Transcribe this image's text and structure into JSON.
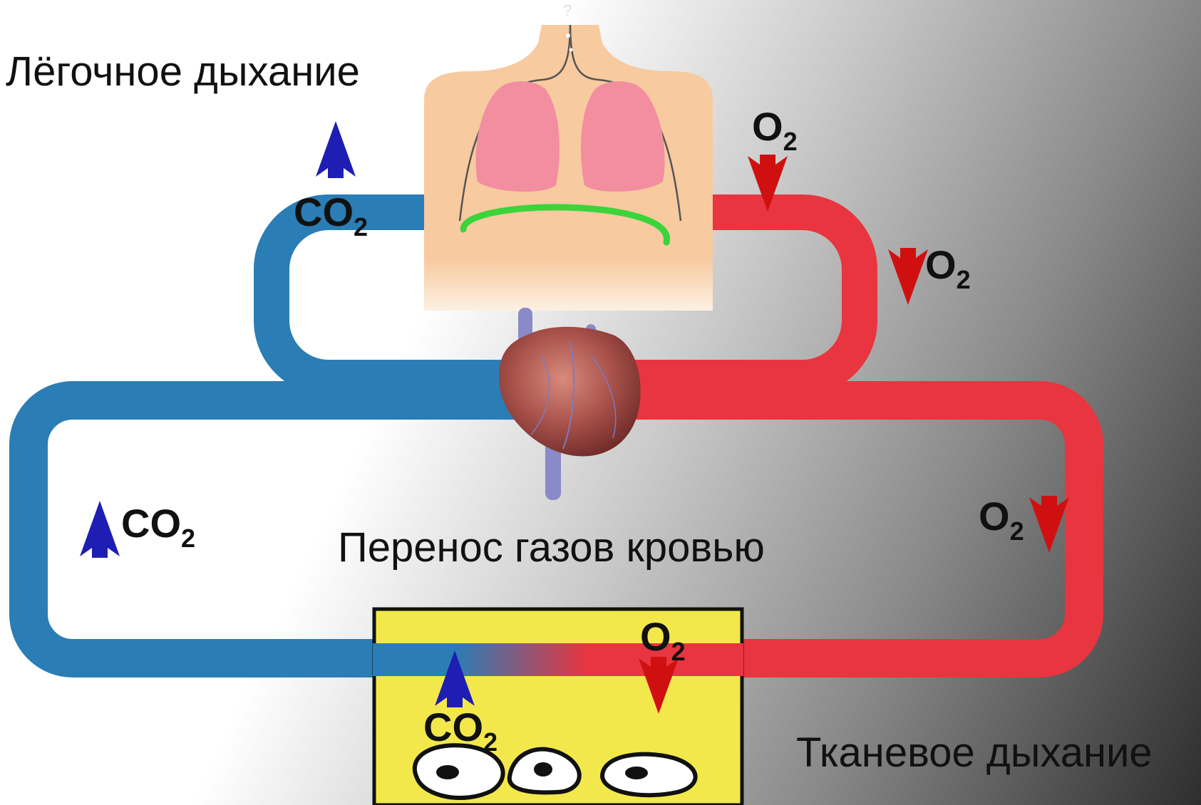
{
  "labels": {
    "pulmonary": "Лёгочное дыхание",
    "transport": "Перенос газов кровью",
    "tissue": "Тканевое дыхание"
  },
  "gases": {
    "co2": {
      "base": "CO",
      "sub": "2"
    },
    "o2": {
      "base": "O",
      "sub": "2"
    }
  },
  "colors": {
    "venous": "#2a7db5",
    "arterial": "#e8353f",
    "co2_arrow": "#1e1eb4",
    "o2_arrow": "#d01010",
    "torso": "#f7caa0",
    "lungs": "#f28ea0",
    "diaphragm": "#3bd43b",
    "tissue": "#f2e84c"
  },
  "icons": [
    "lungs-torso-icon",
    "heart-icon",
    "tissue-cells-icon",
    "co2-up-arrow-icon",
    "o2-down-arrow-icon"
  ]
}
